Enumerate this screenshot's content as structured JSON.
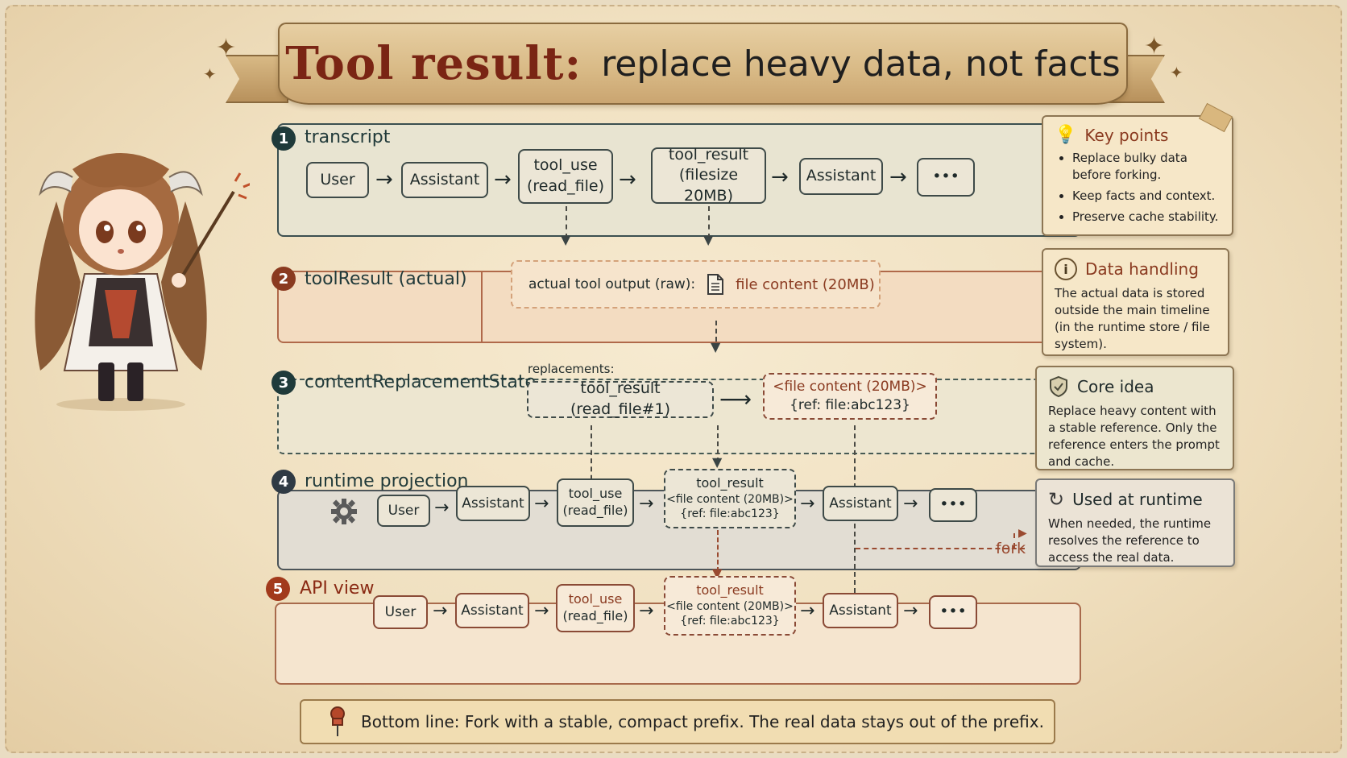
{
  "title": {
    "main": "Tool result:",
    "sub": "replace heavy data, not facts"
  },
  "sections": [
    {
      "num": "1",
      "title": "transcript"
    },
    {
      "num": "2",
      "title": "toolResult (actual)"
    },
    {
      "num": "3",
      "title": "contentReplacementState"
    },
    {
      "num": "4",
      "title": "runtime projection"
    },
    {
      "num": "5",
      "title": "API view"
    }
  ],
  "transcript": {
    "user": "User",
    "assistant1": "Assistant",
    "tool_use": [
      "tool_use",
      "(read_file)"
    ],
    "tool_result": [
      "tool_result",
      "(filesize 20MB)"
    ],
    "assistant2": "Assistant",
    "more": "•••"
  },
  "tool_result_actual": {
    "label": "actual tool output (raw):",
    "content": "file content (20MB)"
  },
  "replacement": {
    "label": "replacements:",
    "from": "tool_result (read_file#1)",
    "to": [
      "<file content (20MB)>",
      "{ref: file:abc123}"
    ]
  },
  "projection": {
    "user": "User",
    "assistant1": "Assistant",
    "tool_use": [
      "tool_use",
      "(read_file)"
    ],
    "tool_result": [
      "tool_result",
      "<file content (20MB)>",
      "{ref: file:abc123}"
    ],
    "assistant2": "Assistant",
    "more": "•••"
  },
  "api_view": {
    "user": "User",
    "assistant1": "Assistant",
    "tool_use": [
      "tool_use",
      "(read_file)"
    ],
    "tool_result": [
      "tool_result",
      "<file content (20MB)>",
      "{ref: file:abc123}"
    ],
    "assistant2": "Assistant",
    "more": "•••"
  },
  "fork_label": "fork",
  "cards": {
    "key_points": {
      "title": "Key points",
      "items": [
        "Replace bulky data before forking.",
        "Keep facts and context.",
        "Preserve cache stability."
      ]
    },
    "data_handling": {
      "title": "Data handling",
      "body": "The actual data is stored outside the main timeline (in the runtime store / file system)."
    },
    "core_idea": {
      "title": "Core idea",
      "body": "Replace heavy content with a stable reference. Only the reference enters the prompt and cache."
    },
    "used_at_runtime": {
      "title": "Used at runtime",
      "body": "When needed, the runtime resolves the reference to access the real data."
    }
  },
  "bottom_line": "Bottom line: Fork with a stable, compact prefix. The real data stays out of the prefix.",
  "colors": {
    "title": "#7a2514",
    "dark_teal": "#213a3a",
    "rust": "#9a4a30"
  }
}
